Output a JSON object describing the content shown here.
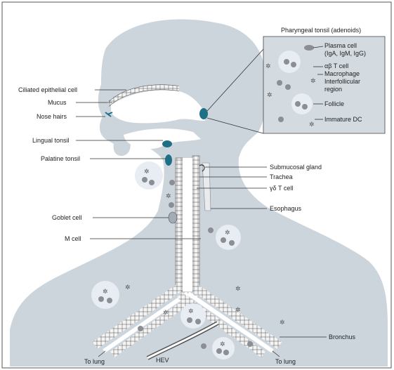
{
  "labels": {
    "pharyngeal_tonsil": "Pharyngeal tonsil (adenoids)",
    "plasma_cell_1": "Plasma cell",
    "plasma_cell_2": "(IgA, IgM, IgG)",
    "ab_t_cell": "αβ T cell",
    "macrophage": "Macrophage",
    "interfollicular_1": "Interfollicular",
    "interfollicular_2": "region",
    "follicle": "Follicle",
    "immature_dc": "Immature DC",
    "ciliated_epithelial_cell": "Ciliated epithelial cell",
    "mucus": "Mucus",
    "nose_hairs": "Nose hairs",
    "lingual_tonsil": "Lingual tonsil",
    "palatine_tonsil": "Palatine tonsil",
    "submucosal_gland": "Submucosal gland",
    "trachea": "Trachea",
    "gd_t_cell": "γδ T cell",
    "esophagus": "Esophagus",
    "goblet_cell": "Goblet cell",
    "m_cell": "M cell",
    "bronchus": "Bronchus",
    "to_lung_left": "To lung",
    "to_lung_right": "To lung",
    "hev": "HEV"
  },
  "colors": {
    "body_fill": "#cdd5dc",
    "background": "#ffffff",
    "tonsil": "#1f6f86",
    "cell": "#8b8f94",
    "follicle": "#e7edf2",
    "epithelium": "#f2f2f2"
  }
}
